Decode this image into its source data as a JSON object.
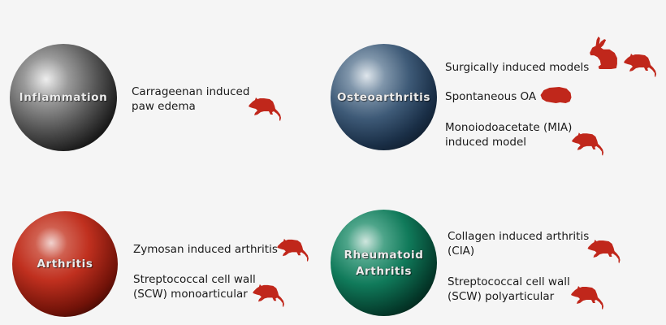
{
  "colors": {
    "background": "#f5f5f5",
    "animal": "#c0271b",
    "text": "#1a1a1a"
  },
  "groups": [
    {
      "label": "Inflammation",
      "color": "gray",
      "models": [
        {
          "line1": "Carrageenan induced",
          "line2": "paw edema",
          "animals": [
            "rat-icon"
          ]
        }
      ]
    },
    {
      "label": "Osteoarthritis",
      "color": "navy",
      "models": [
        {
          "line1": "Surgically induced models",
          "line2": "",
          "animals": [
            "rabbit-icon",
            "rat-icon"
          ]
        },
        {
          "line1": "Spontaneous OA",
          "line2": "",
          "animals": [
            "guinea-pig-icon"
          ]
        },
        {
          "line1": "Monoiodoacetate (MIA)",
          "line2": "induced model",
          "animals": [
            "rat-icon"
          ]
        }
      ]
    },
    {
      "label": "Arthritis",
      "color": "red",
      "models": [
        {
          "line1": "Zymosan induced arthritis",
          "line2": "",
          "animals": [
            "rat-icon"
          ]
        },
        {
          "line1": "Streptococcal cell wall",
          "line2": "(SCW) monoarticular",
          "animals": [
            "rat-icon"
          ]
        }
      ]
    },
    {
      "label": "Rheumatoid\nArthritis",
      "color": "green",
      "models": [
        {
          "line1": "Collagen induced arthritis",
          "line2": "(CIA)",
          "animals": [
            "rat-icon"
          ]
        },
        {
          "line1": "Streptococcal cell wall",
          "line2": "(SCW) polyarticular",
          "animals": [
            "rat-icon"
          ]
        }
      ]
    }
  ]
}
